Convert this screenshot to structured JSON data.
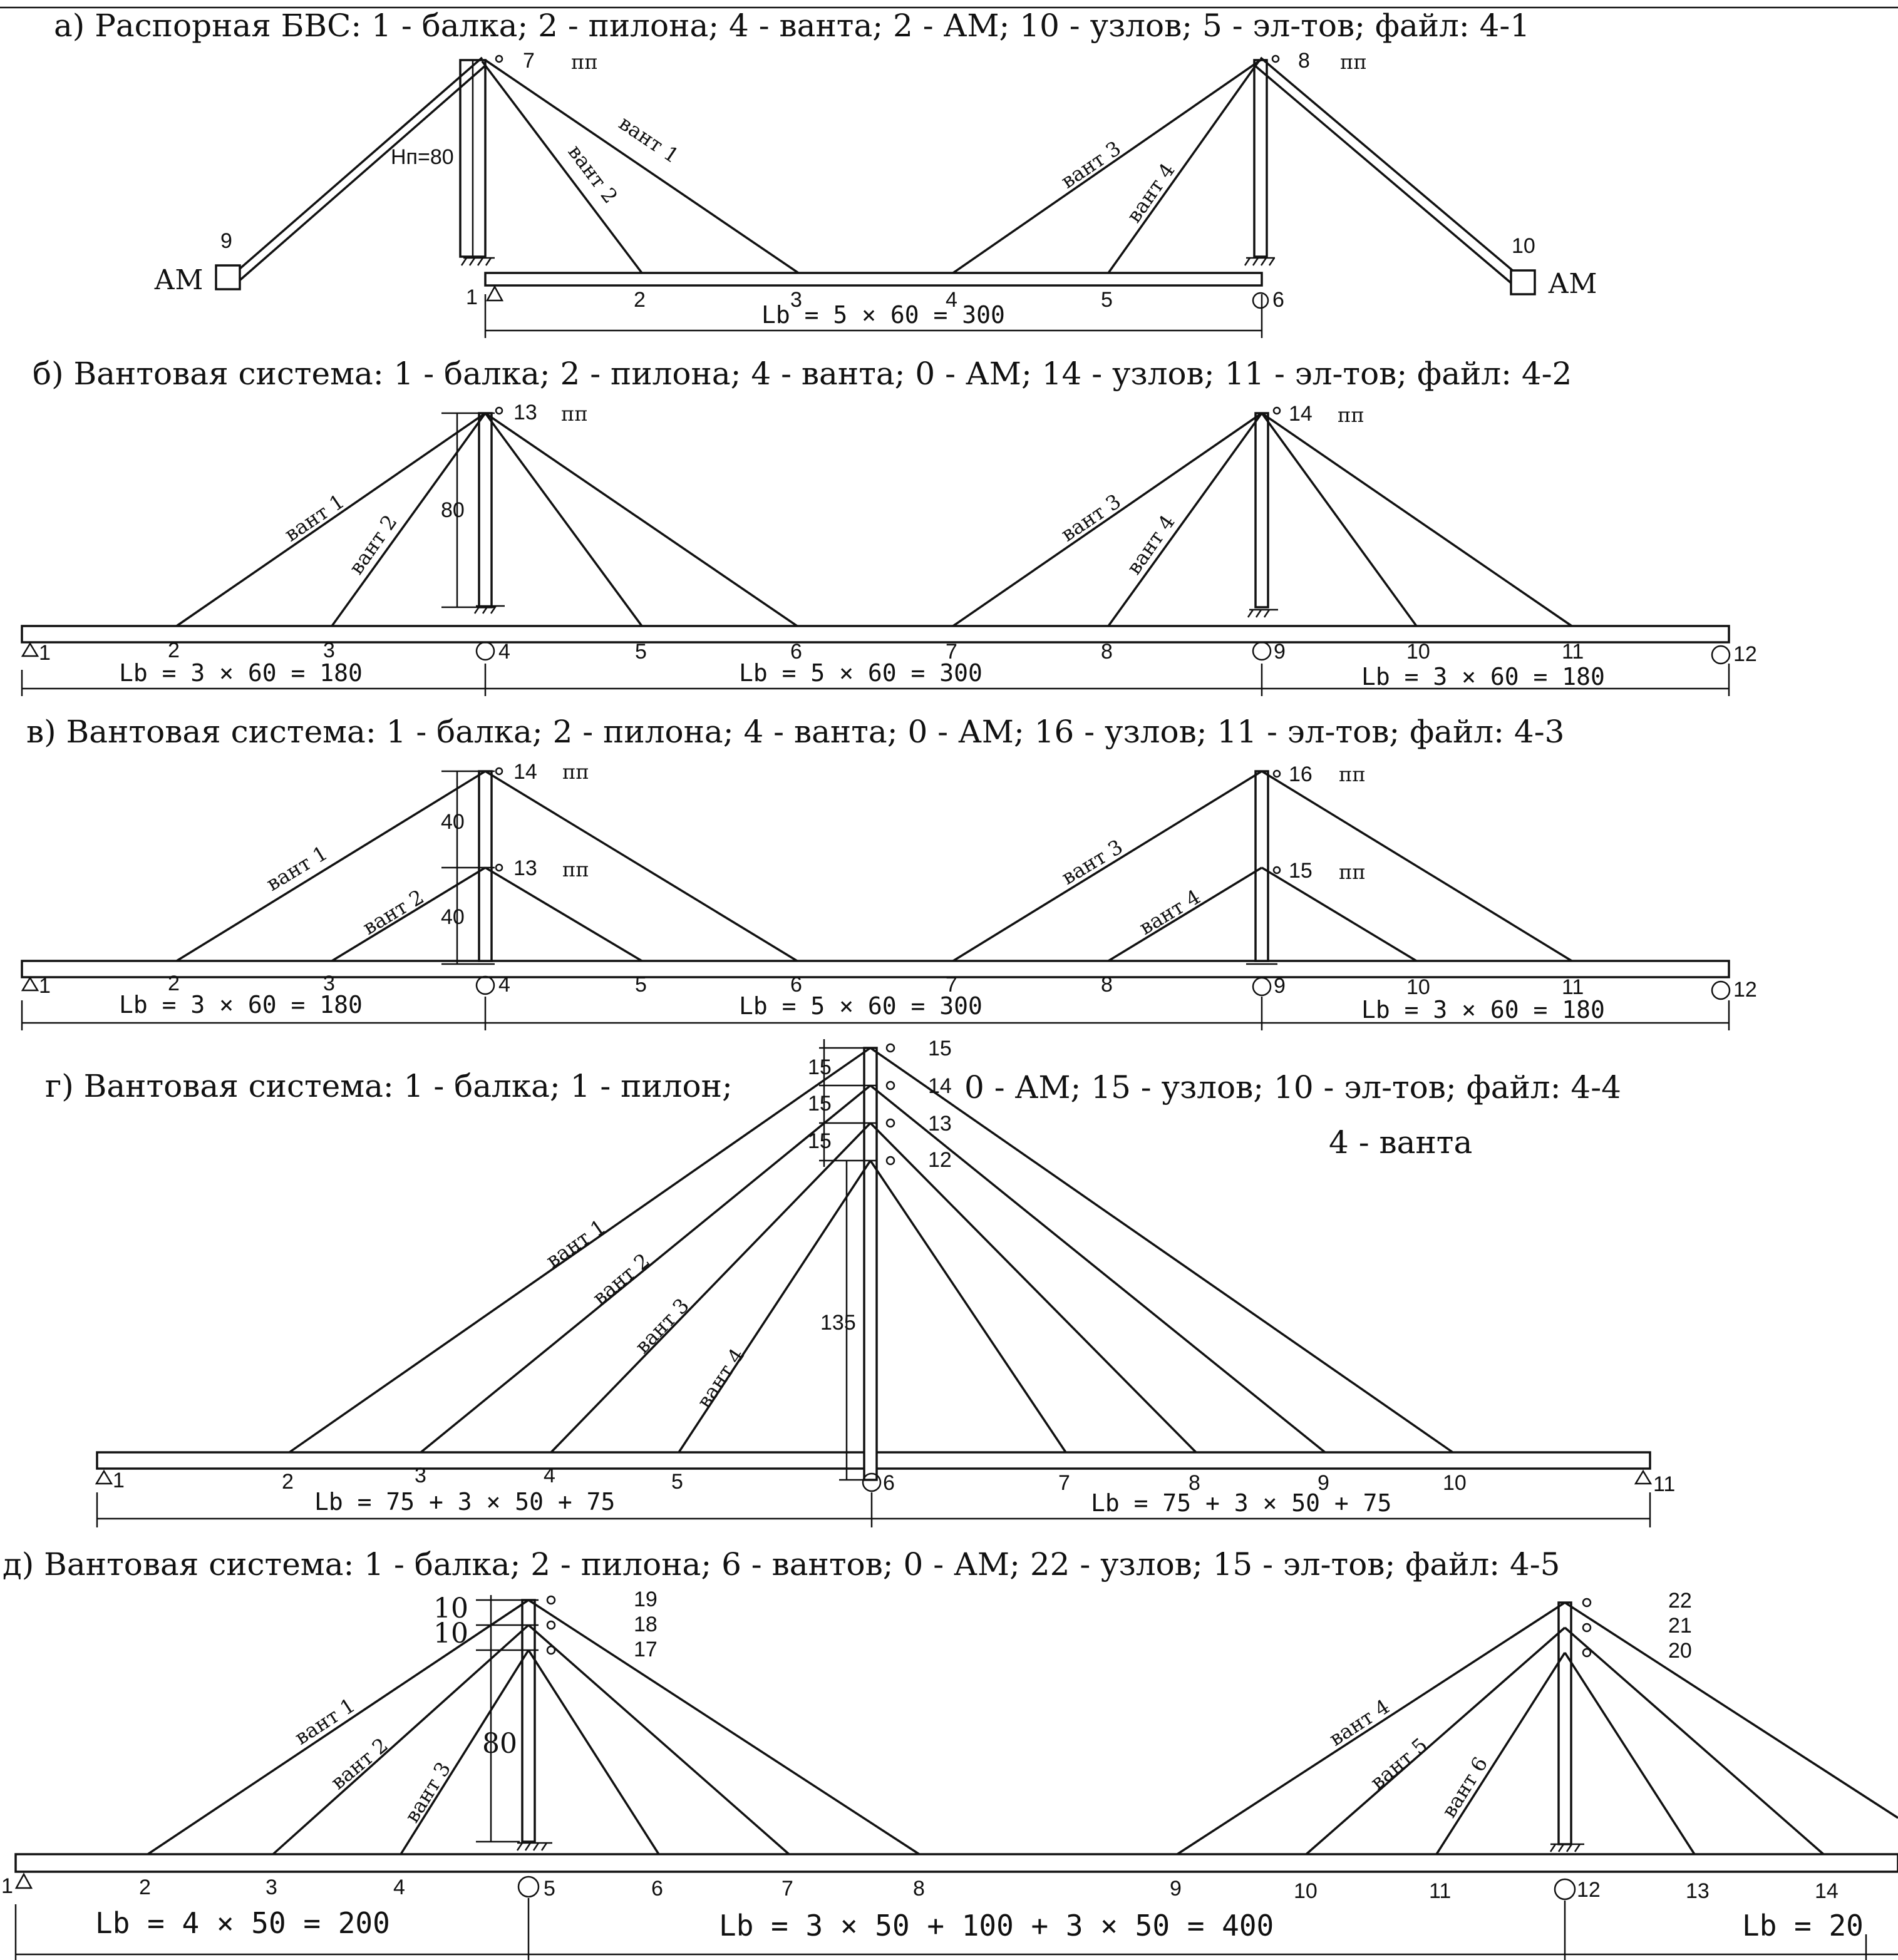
{
  "panel_a": {
    "title": "а)  Распорная БВС: 1 - балка; 2 - пилона; 4 - ванта; 2 - АМ; 10 - узлов; 5 - эл-тов;  файл: 4-1",
    "pylon_height": "Нп=80",
    "span": "Lb = 5 × 60 = 300",
    "anchor_label": "АМ",
    "pp": "пп",
    "cables": [
      "вант 1",
      "вант 2",
      "вант 3",
      "вант 4"
    ],
    "nodes": [
      "1",
      "2",
      "3",
      "4",
      "5",
      "6",
      "7",
      "8",
      "9",
      "10"
    ]
  },
  "panel_b": {
    "title": "б)  Вантовая система: 1 - балка; 2 - пилона; 4 - ванта; 0 - АМ; 14 - узлов; 11 - эл-тов;  файл: 4-2",
    "pylon_height": "80",
    "spans": [
      "Lb = 3 × 60 = 180",
      "Lb = 5 × 60 = 300",
      "Lb = 3 × 60 = 180"
    ],
    "pp": "пп",
    "cables": [
      "вант 1",
      "вант 2",
      "вант 3",
      "вант 4"
    ],
    "nodes": [
      "1",
      "2",
      "3",
      "4",
      "5",
      "6",
      "7",
      "8",
      "9",
      "10",
      "11",
      "12",
      "13",
      "14"
    ]
  },
  "panel_v": {
    "title": "в)  Вантовая система: 1 - балка; 2 - пилона; 4 - ванта; 0 - АМ; 16 - узлов; 11 - эл-тов;  файл: 4-3",
    "heights": [
      "40",
      "40"
    ],
    "spans": [
      "Lb = 3 × 60 = 180",
      "Lb = 5 × 60 = 300",
      "Lb = 3 × 60 = 180"
    ],
    "pp": "пп",
    "cables": [
      "вант 1",
      "вант 2",
      "вант 3",
      "вант 4"
    ],
    "nodes": [
      "1",
      "2",
      "3",
      "4",
      "5",
      "6",
      "7",
      "8",
      "9",
      "10",
      "11",
      "12",
      "13",
      "14",
      "15",
      "16"
    ]
  },
  "panel_g": {
    "title_left": "г)  Вантовая система: 1 - балка; 1 - пилон;",
    "title_right": "0 - АМ; 15 - узлов; 10 - эл-тов;  файл: 4-4",
    "title_line2": "4 - ванта",
    "heights": [
      "15",
      "15",
      "15",
      "135"
    ],
    "spans": [
      "Lb = 75 + 3 × 50 + 75",
      "Lb = 75 + 3 × 50 + 75"
    ],
    "cables": [
      "вант 1",
      "вант 2",
      "вант 3",
      "вант 4"
    ],
    "nodes": [
      "1",
      "2",
      "3",
      "4",
      "5",
      "6",
      "7",
      "8",
      "9",
      "10",
      "11",
      "12",
      "13",
      "14",
      "15"
    ]
  },
  "panel_d": {
    "title": "д)  Вантовая система: 1 - балка; 2 - пилона; 6 - вантов; 0 - АМ; 22 - узлов; 15 - эл-тов;  файл: 4-5",
    "heights": [
      "10",
      "10",
      "80"
    ],
    "spans": [
      "Lb = 4 × 50 = 200",
      "Lb = 3 × 50 + 100 + 3 × 50 = 400",
      "Lb = 20"
    ],
    "cables": [
      "вант 1",
      "вант 2",
      "вант 3",
      "вант 4",
      "вант 5",
      "вант 6"
    ],
    "nodes": [
      "1",
      "2",
      "3",
      "4",
      "5",
      "6",
      "7",
      "8",
      "9",
      "10",
      "11",
      "12",
      "13",
      "14",
      "17",
      "18",
      "19",
      "20",
      "21",
      "22"
    ]
  }
}
